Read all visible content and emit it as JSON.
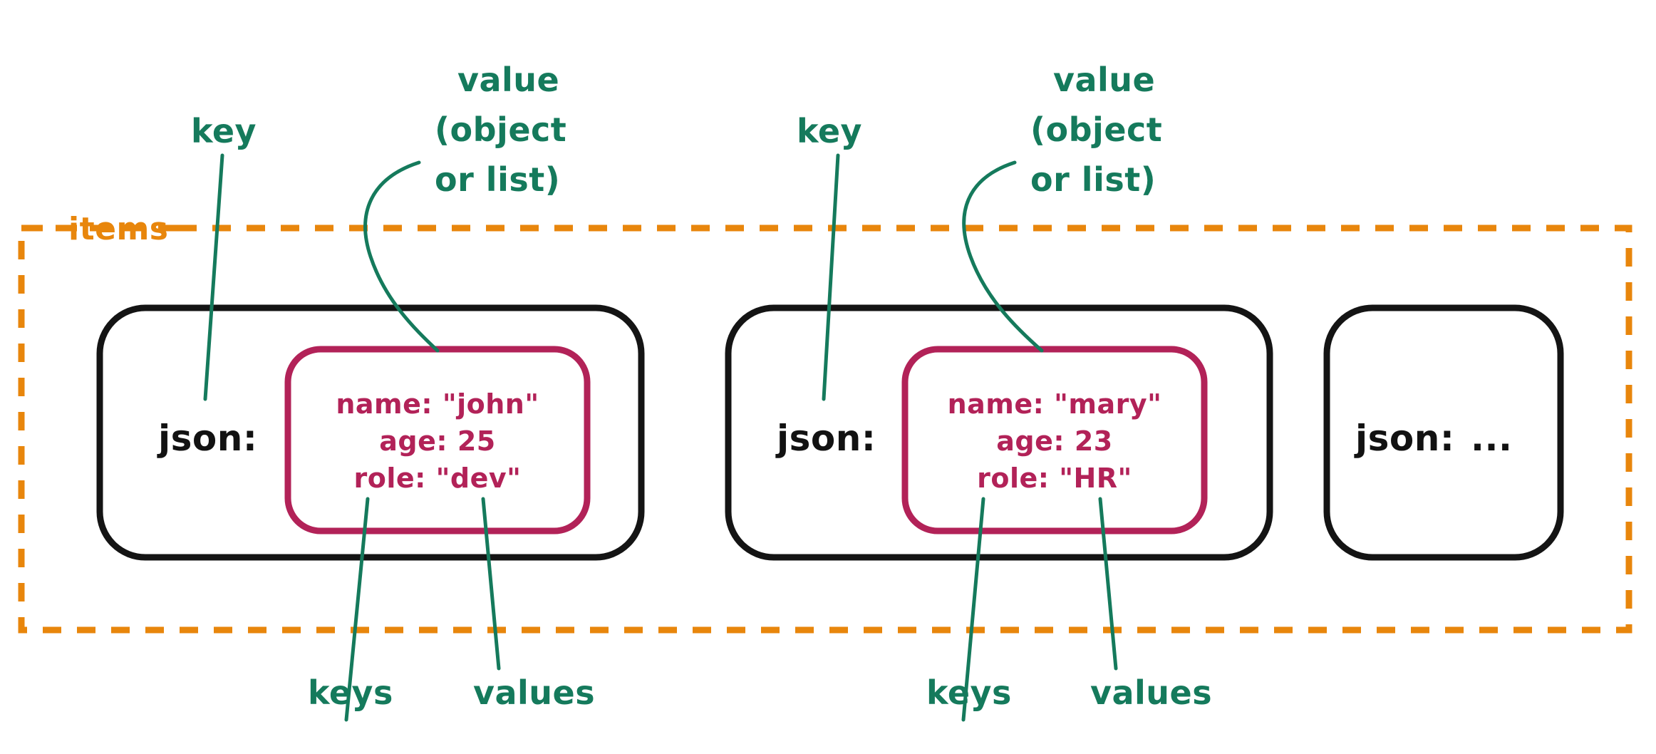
{
  "diagram": {
    "title": "JSON items structure annotation diagram",
    "colors": {
      "annotation_green": "#157A5C",
      "container_orange": "#E8860C",
      "value_magenta": "#B22258",
      "card_black": "#141414",
      "background": "#FFFFFF"
    },
    "container": {
      "label": "items",
      "style": "dashed",
      "color": "#E8860C"
    },
    "annotations": {
      "key_label": "key",
      "value_label_lines": [
        "value",
        "(object",
        "or list)"
      ],
      "keys_label": "keys",
      "values_label": "values"
    },
    "cards": [
      {
        "key_text": "json:",
        "ellipsis": "",
        "has_value_box": true,
        "entries": [
          {
            "key": "name",
            "sep": ":",
            "value": "\"john\""
          },
          {
            "key": "age",
            "sep": ":",
            "value": "25"
          },
          {
            "key": "role",
            "sep": ":",
            "value": "\"dev\""
          }
        ],
        "lines": [
          "name: \"john\"",
          "age: 25",
          "role: \"dev\""
        ]
      },
      {
        "key_text": "json:",
        "ellipsis": "",
        "has_value_box": true,
        "entries": [
          {
            "key": "name",
            "sep": ":",
            "value": "\"mary\""
          },
          {
            "key": "age",
            "sep": ":",
            "value": "23"
          },
          {
            "key": "role",
            "sep": ":",
            "value": "\"HR\""
          }
        ],
        "lines": [
          "name: \"mary\"",
          "age: 23",
          "role: \"HR\""
        ]
      },
      {
        "key_text": "json:",
        "ellipsis": "...",
        "has_value_box": false,
        "entries": [],
        "lines": []
      }
    ],
    "annotation_instances": {
      "group_one": {
        "key": "key",
        "value_l1": "value",
        "value_l2": "(object",
        "value_l3": "or list)",
        "keys": "keys",
        "values": "values"
      },
      "group_two": {
        "key": "key",
        "value_l1": "value",
        "value_l2": "(object",
        "value_l3": "or list)",
        "keys": "keys",
        "values": "values"
      }
    }
  }
}
